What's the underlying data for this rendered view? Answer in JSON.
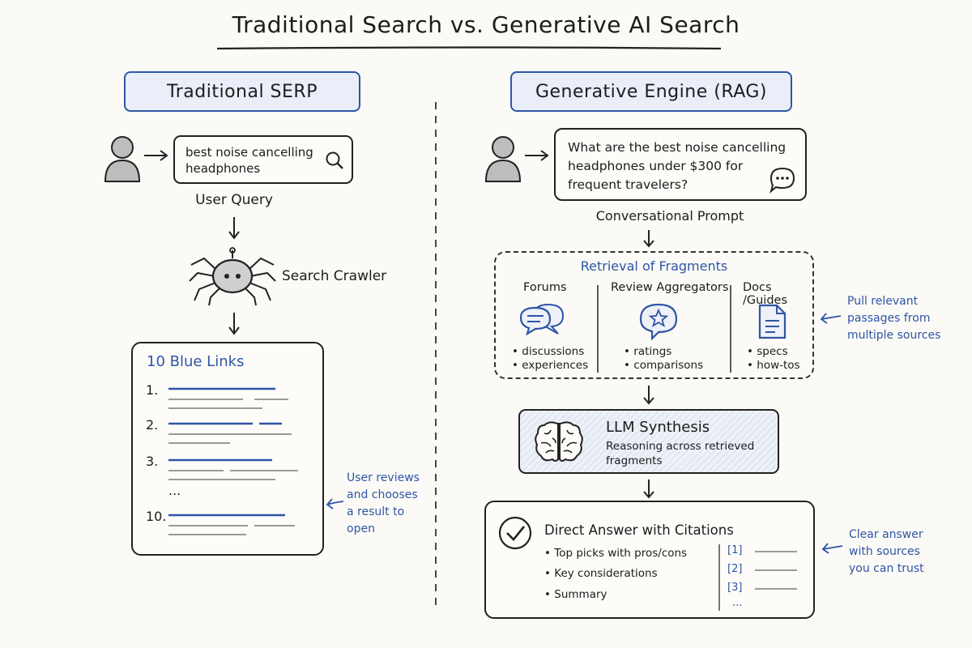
{
  "title": "Traditional Search vs. Generative AI Search",
  "left": {
    "header": "Traditional SERP",
    "query_text": "best noise cancelling headphones",
    "query_label": "User Query",
    "crawler_label": "Search Crawler",
    "results_title": "10 Blue Links",
    "result_numbers": [
      "1.",
      "2.",
      "3.",
      "10."
    ],
    "ellipsis": "...",
    "note": "User reviews and chooses a result to open"
  },
  "right": {
    "header": "Generative Engine (RAG)",
    "prompt_text": "What are the best noise cancelling headphones under $300 for frequent travelers?",
    "prompt_label": "Conversational Prompt",
    "retrieval": {
      "title": "Retrieval of Fragments",
      "sources": [
        {
          "name": "Forums",
          "icon": "chat-bubbles-icon",
          "bullets": [
            "discussions",
            "experiences"
          ]
        },
        {
          "name": "Review Aggregators",
          "icon": "star-bubble-icon",
          "bullets": [
            "ratings",
            "comparisons"
          ]
        },
        {
          "name": "Docs /Guides",
          "icon": "document-icon",
          "bullets": [
            "specs",
            "how-tos"
          ]
        }
      ],
      "note": "Pull relevant passages from multiple sources"
    },
    "synthesis": {
      "title": "LLM Synthesis",
      "subtitle": "Reasoning across retrieved fragments",
      "icon": "brain-icon"
    },
    "answer": {
      "title": "Direct Answer with Citations",
      "bullets": [
        "Top picks with pros/cons",
        "Key considerations",
        "Summary"
      ],
      "citations": [
        "[1]",
        "[2]",
        "[3]"
      ],
      "ellipsis": "...",
      "note": "Clear answer with sources you can trust"
    }
  },
  "colors": {
    "accent_blue": "#2f55a6",
    "header_fill": "#e9eef8",
    "ink": "#1c1c1c",
    "link_blue": "#2f55a6",
    "snippet_gray": "#9a9a9a"
  }
}
